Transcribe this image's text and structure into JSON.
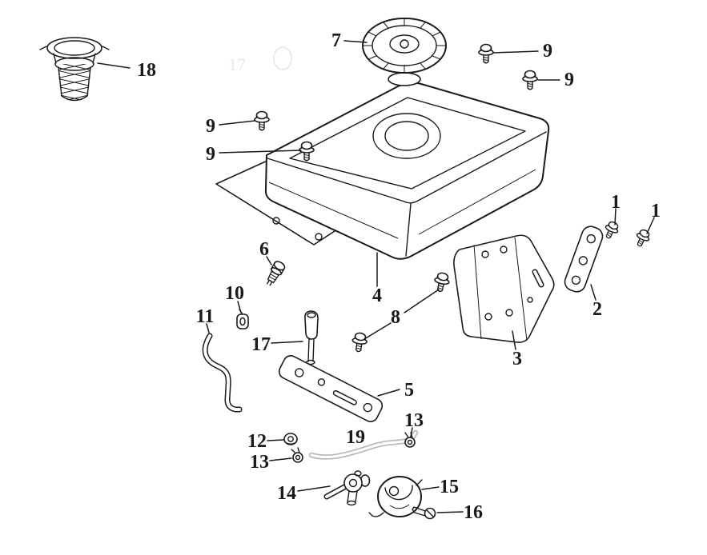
{
  "colors": {
    "ink": "#1a1a1a",
    "fuel_line_grey": "#b8b8b8",
    "background": "#ffffff"
  },
  "part_labels": {
    "filter_18": "18",
    "fuel_cap_7": "7",
    "bolt_9_top_right_a": "9",
    "bolt_9_top_right_b": "9",
    "bolt_9_left_a": "9",
    "bolt_9_left_b": "9",
    "bolt_1_a": "1",
    "bolt_1_b": "1",
    "bracket_2": "2",
    "bracket_3": "3",
    "fuel_tank_4": "4",
    "sensor_6": "6",
    "bolts_8": "8",
    "clamp_10": "10",
    "hose_11": "11",
    "valve_knob_17": "17",
    "bracket_plate_5": "5",
    "nut_12": "12",
    "clamp_13_right": "13",
    "clamp_13_left": "13",
    "fuel_line_19": "19",
    "petcock_14": "14",
    "cover_15": "15",
    "bolt_16": "16"
  },
  "ghost_marks": {
    "faint_number": "17"
  }
}
